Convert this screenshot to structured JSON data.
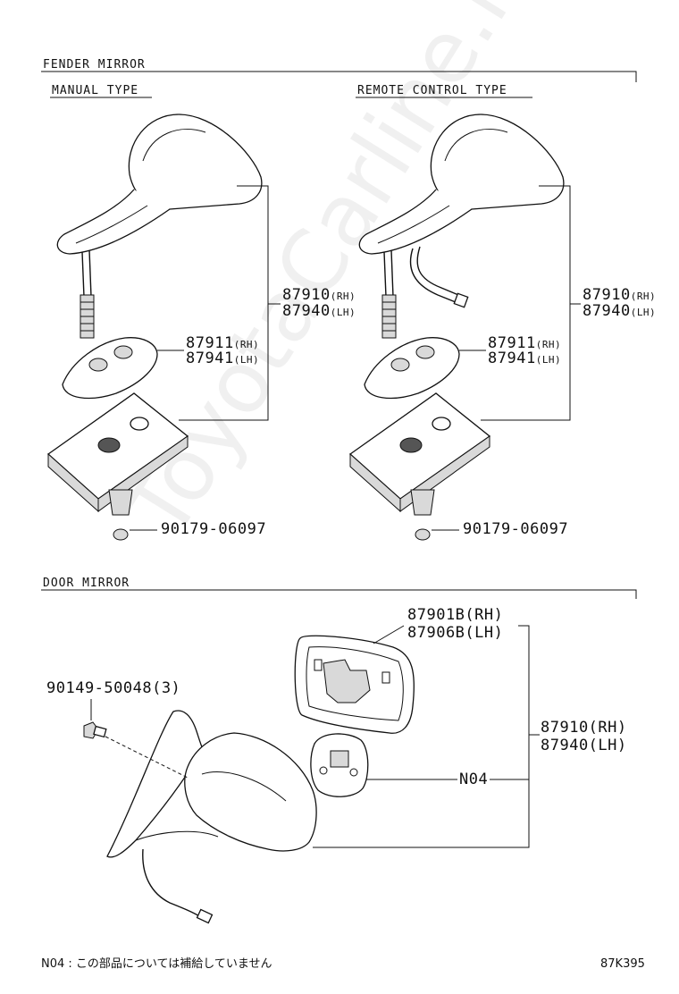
{
  "sections": {
    "fender_mirror": "FENDER MIRROR",
    "manual_type": "MANUAL TYPE",
    "remote_control_type": "REMOTE CONTROL TYPE",
    "door_mirror": "DOOR MIRROR"
  },
  "manual": {
    "assy_rh": "87910",
    "assy_rh_side": "RH)",
    "assy_lh": "87940",
    "assy_lh_side": "LH)",
    "base_rh": "87911",
    "base_rh_side": "RH)",
    "base_lh": "87941",
    "base_lh_side": "LH)",
    "nut": "90179-06097"
  },
  "remote": {
    "assy_rh": "87910",
    "assy_rh_side": "RH)",
    "assy_lh": "87940",
    "assy_lh_side": "LH)",
    "base_rh": "87911",
    "base_rh_side": "RH)",
    "base_lh": "87941",
    "base_lh_side": "LH)",
    "nut": "90179-06097"
  },
  "door": {
    "glass_rh": "87901B(RH)",
    "glass_lh": "87906B(LH)",
    "screw": "90149-50048(3)",
    "assy_rh": "87910(RH)",
    "assy_lh": "87940(LH)",
    "motor": "N04"
  },
  "footnote": "N04 : この部品については補給していません",
  "diagram_code": "87K395",
  "watermark": "ToyotaCarline.ru"
}
